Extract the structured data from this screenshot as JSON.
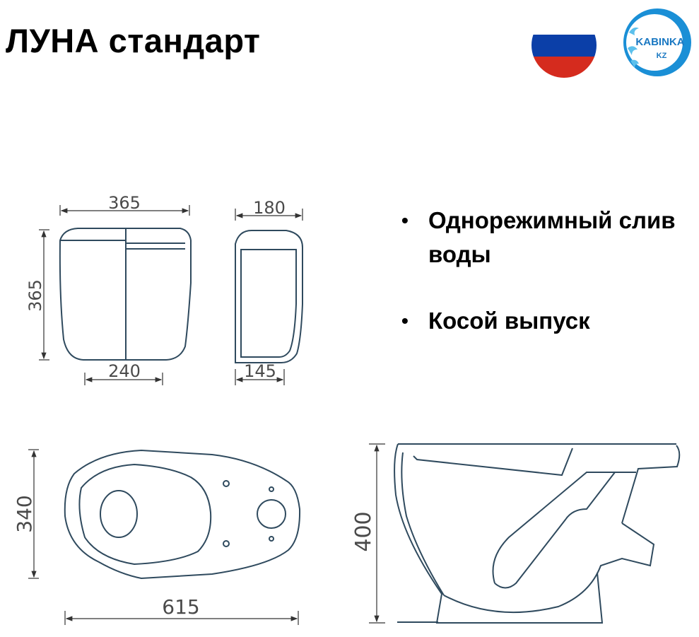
{
  "header": {
    "title": "ЛУНА стандарт",
    "flag": {
      "name": "russia-flag",
      "colors": [
        "#ffffff",
        "#0b3fa8",
        "#d52b1e"
      ]
    },
    "logo": {
      "name": "kabinka-kz-logo",
      "line1": "KABINKA",
      "line2": "KZ",
      "color": "#1a8fd6"
    }
  },
  "features": [
    {
      "text": "Однорежимный слив воды"
    },
    {
      "text": "Косой выпуск"
    }
  ],
  "drawings": {
    "line_color": "#2f4a5e",
    "tank_front": {
      "width_top": "365",
      "height": "365",
      "width_bottom": "240"
    },
    "tank_side": {
      "width_top": "180",
      "width_bottom": "145"
    },
    "bowl_top": {
      "height": "340",
      "length": "615"
    },
    "bowl_side": {
      "height": "400"
    }
  }
}
